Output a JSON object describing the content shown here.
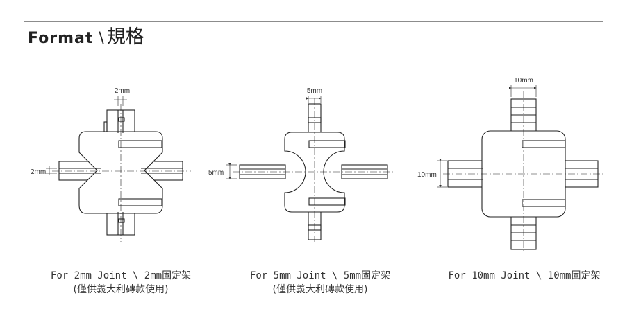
{
  "header": {
    "title_en": "Format",
    "separator": "\\",
    "title_zh": "規格"
  },
  "items": [
    {
      "dim_label": "2mm",
      "side_label": "2mm",
      "caption": "For 2mm Joint \\ 2mm固定架",
      "note": "(僅供義大利磚款使用)"
    },
    {
      "dim_label": "5mm",
      "side_label": "5mm",
      "caption": "For 5mm Joint \\ 5mm固定架",
      "note": "(僅供義大利磚款使用)"
    },
    {
      "dim_label": "10mm",
      "side_label": "10mm",
      "caption": "For 10mm Joint \\ 10mm固定架",
      "note": ""
    }
  ]
}
